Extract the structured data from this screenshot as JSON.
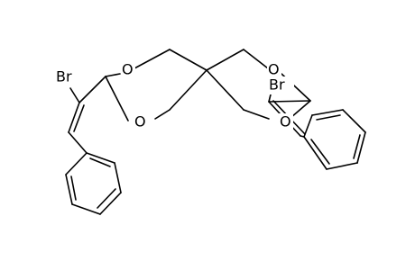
{
  "molecule": {
    "atom_labels": {
      "br_left": "Br",
      "o1": "O",
      "o2": "O",
      "o3": "O",
      "o4": "O",
      "br_right": "Br"
    }
  },
  "colors": {
    "background": "#ffffff",
    "bond": "#000000",
    "text": "#000000"
  }
}
